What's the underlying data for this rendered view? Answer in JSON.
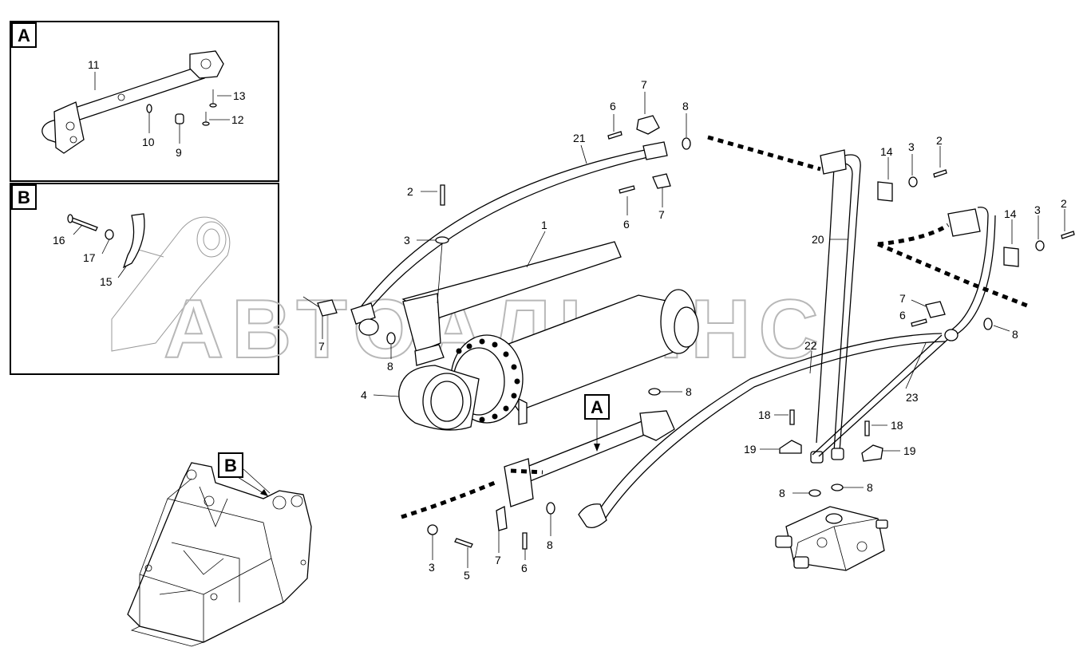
{
  "watermark": "АВТОАЛЬЯНС",
  "detail_views": [
    {
      "id": "A",
      "label": "A",
      "callouts": [
        "11",
        "13",
        "12",
        "10",
        "9"
      ]
    },
    {
      "id": "B",
      "label": "B",
      "callouts": [
        "16",
        "17",
        "15"
      ]
    }
  ],
  "main_callouts": {
    "c1": "1",
    "c2a": "2",
    "c3a": "3",
    "c4": "4",
    "c5": "5",
    "c6a": "6",
    "c6b": "6",
    "c6c": "6",
    "c6d": "6",
    "c7a": "7",
    "c7b": "7",
    "c7c": "7",
    "c7d": "7",
    "c7e": "7",
    "c8a": "8",
    "c8b": "8",
    "c8c": "8",
    "c8d": "8",
    "c8e": "8",
    "c8f": "8",
    "c8g": "8",
    "c14a": "14",
    "c3b": "3",
    "c2b": "2",
    "c14b": "14",
    "c3c": "3",
    "c2c": "2",
    "c18a": "18",
    "c19a": "19",
    "c18b": "18",
    "c19b": "19",
    "c20": "20",
    "c21": "21",
    "c22": "22",
    "c23": "23",
    "c3d": "3"
  },
  "view_markers": {
    "a": "A",
    "b": "B"
  }
}
